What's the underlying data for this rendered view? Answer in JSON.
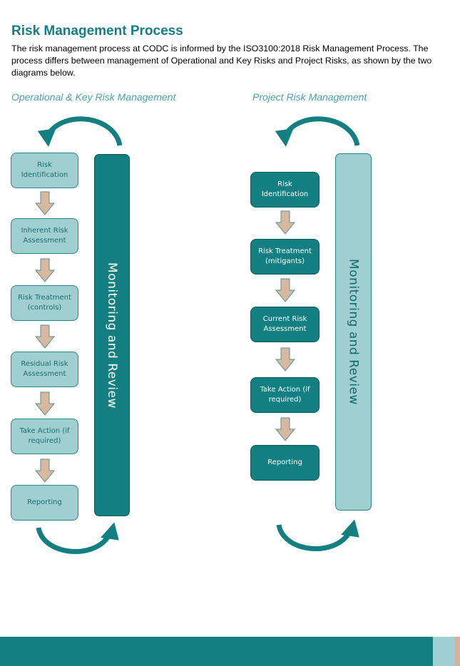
{
  "page": {
    "title": "Risk Management Process",
    "intro": "The risk management process at CODC is informed by the ISO3100:2018 Risk Management Process. The process differs between management of Operational and Key Risks and Project Risks, as shown by the two diagrams below."
  },
  "diagrams": [
    {
      "heading": "Operational & Key Risk Management",
      "steps": [
        "Risk Identification",
        "Inherent Risk Assessment",
        "Risk Treatment (controls)",
        "Residual Risk Assessment",
        "Take Action (if required)",
        "Reporting"
      ],
      "side_bar": "Monitoring and Review"
    },
    {
      "heading": "Project Risk Management",
      "steps": [
        "Risk Identification",
        "Risk Treatment (mitigants)",
        "Current Risk Assessment",
        "Take Action (if required)",
        "Reporting"
      ],
      "side_bar": "Monitoring and Review"
    }
  ],
  "colors": {
    "primary_teal": "#137f80",
    "light_teal": "#a0cfd1",
    "heading_teal": "#4aa3a6",
    "arrow_tan": "#d7b9a2"
  },
  "icons": {
    "step_arrow": "arrow-down-icon",
    "loop_arrow": "curved-arrow-icon"
  }
}
